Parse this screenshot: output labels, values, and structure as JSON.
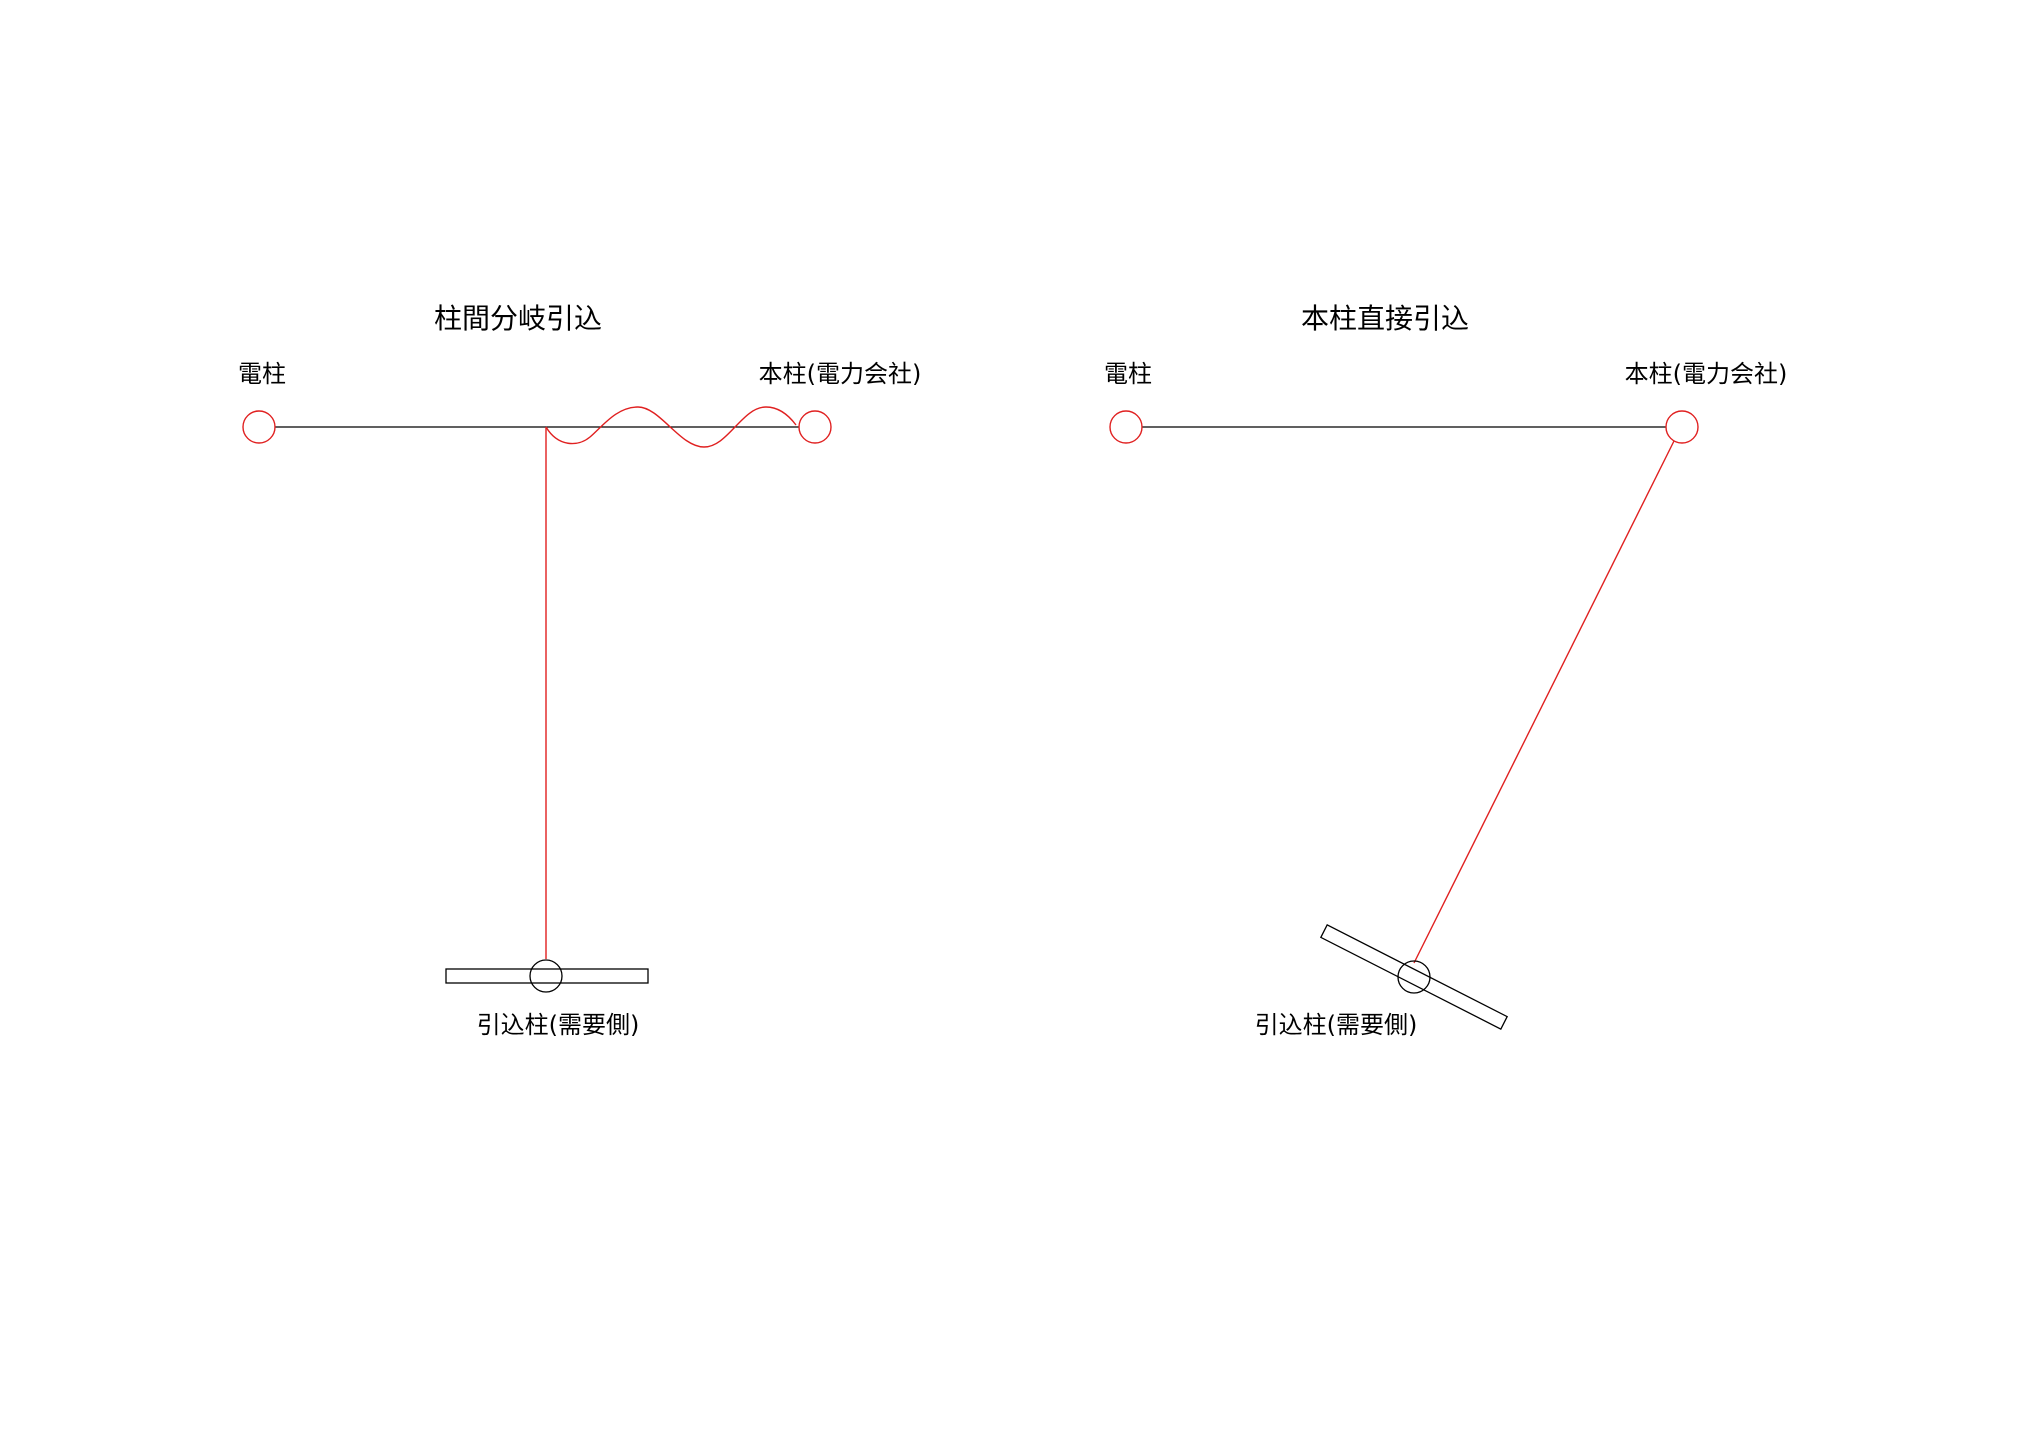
{
  "diagrams": [
    {
      "title": "柱間分岐引込",
      "label_pole": "電柱",
      "label_main_pole": "本柱(電力会社)",
      "label_service_pole": "引込柱(需要側)"
    },
    {
      "title": "本柱直接引込",
      "label_pole": "電柱",
      "label_main_pole": "本柱(電力会社)",
      "label_service_pole": "引込柱(需要側)"
    }
  ],
  "colors": {
    "pole": "#e02020",
    "service_line": "#e02020",
    "span_line": "#000000",
    "service_pole": "#000000"
  }
}
